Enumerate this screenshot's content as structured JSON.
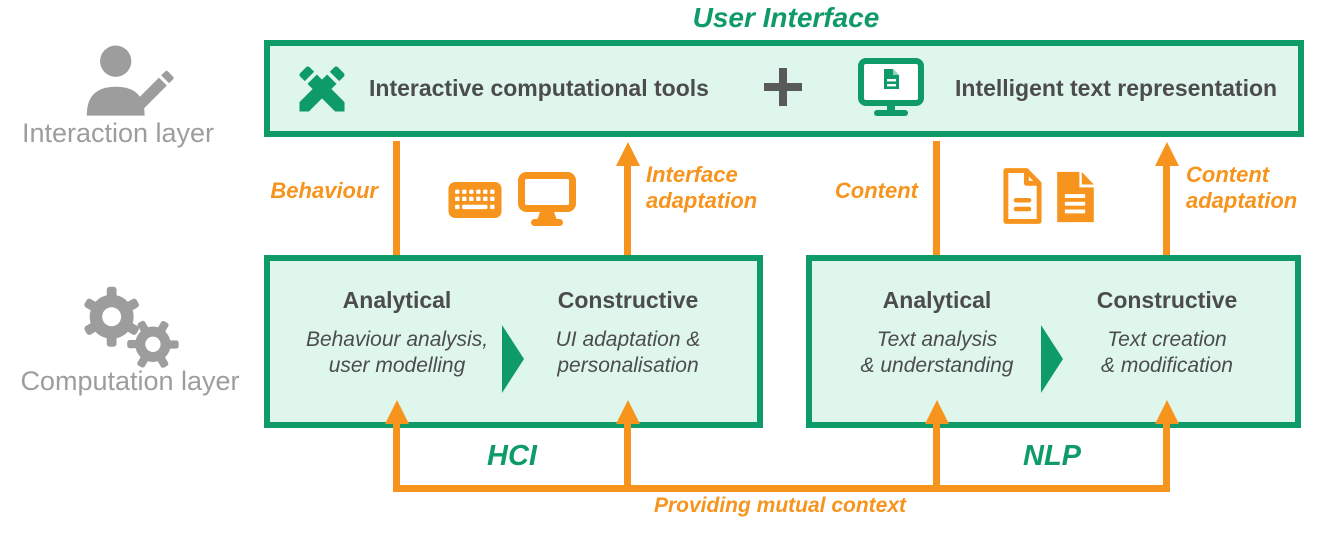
{
  "colors": {
    "green": "#0f9b68",
    "mint": "#def6ec",
    "orange": "#f7941d",
    "text_dark": "#4c4c4c",
    "gray": "#9d9d9d",
    "plus_gray": "#58595b"
  },
  "title": "User Interface",
  "left_labels": {
    "interaction": "Interaction layer",
    "computation": "Computation layer"
  },
  "ui_box": {
    "tools": "Interactive computational tools",
    "plus": "+",
    "text_representation": "Intelligent text representation"
  },
  "flow_labels": {
    "behaviour": "Behaviour",
    "interface_adaptation": [
      "Interface",
      "adaptation"
    ],
    "content": "Content",
    "content_adaptation": [
      "Content",
      "adaptation"
    ]
  },
  "hci": {
    "name": "HCI",
    "analytical": {
      "heading": "Analytical",
      "lines": [
        "Behaviour analysis,",
        "user modelling"
      ]
    },
    "constructive": {
      "heading": "Constructive",
      "lines": [
        "UI adaptation &",
        "personalisation"
      ]
    }
  },
  "nlp": {
    "name": "NLP",
    "analytical": {
      "heading": "Analytical",
      "lines": [
        "Text analysis",
        "& understanding"
      ]
    },
    "constructive": {
      "heading": "Constructive",
      "lines": [
        "Text creation",
        "& modification"
      ]
    }
  },
  "bottom": {
    "mutual_context": "Providing mutual context"
  },
  "icons": [
    "person-pencil-icon",
    "gears-icon",
    "crossed-pens-icon",
    "monitor-document-icon",
    "plus-icon",
    "keyboard-icon",
    "monitor-icon",
    "document-outline-icon",
    "document-filled-icon",
    "chevron-right-icon"
  ]
}
